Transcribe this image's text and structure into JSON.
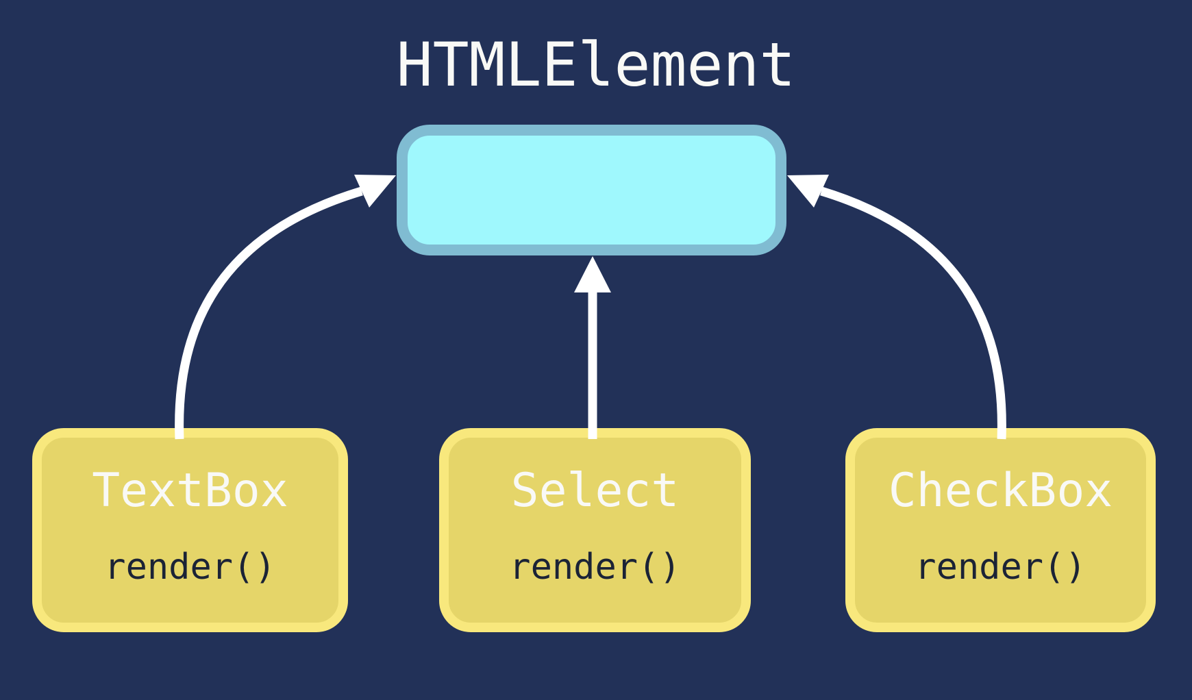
{
  "diagram": {
    "title": "HTMLElement",
    "parent": {
      "name": "HTMLElement",
      "label": ""
    },
    "children": [
      {
        "label": "TextBox",
        "method": "render()"
      },
      {
        "label": "Select",
        "method": "render()"
      },
      {
        "label": "CheckBox",
        "method": "render()"
      }
    ],
    "relations": [
      {
        "from": "TextBox",
        "to": "HTMLElement",
        "style": "curved-arrow-up-right"
      },
      {
        "from": "Select",
        "to": "HTMLElement",
        "style": "straight-arrow-up"
      },
      {
        "from": "CheckBox",
        "to": "HTMLElement",
        "style": "curved-arrow-up-left"
      }
    ],
    "colors": {
      "background": "#223158",
      "parent_fill": "#9ff8fd",
      "parent_border": "#80bcd2",
      "child_fill": "#e5d569",
      "child_border": "#f8e87d",
      "arrow": "#ffffff",
      "label_text": "#f9f9f6",
      "method_text": "#1b2336"
    }
  }
}
